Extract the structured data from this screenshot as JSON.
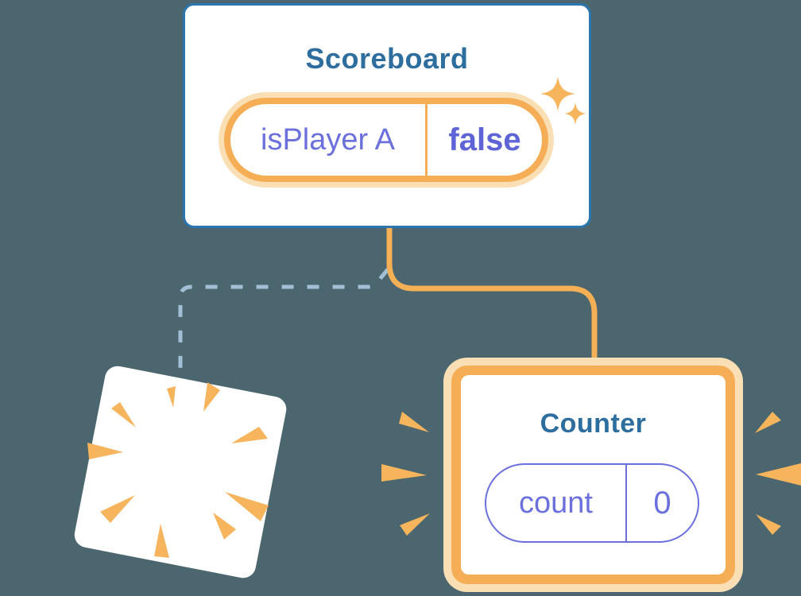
{
  "diagram": {
    "description_colors": {
      "background": "#4B666E",
      "card_fill": "#FFFFFF",
      "scoreboard_border_blue": "#2B76AE",
      "title_blue": "#2E6E9E",
      "state_purple": "#6B70DC",
      "state_value_purple": "#5E63D6",
      "orange": "#F5AE55",
      "orange_halo": "#FBDFB4",
      "ray_orange": "#F6B45C",
      "dashed_line_blue": "#A3BFD6"
    },
    "scoreboard": {
      "title": "Scoreboard",
      "state_pill": {
        "key": "isPlayer A",
        "value": "false"
      }
    },
    "counter": {
      "title": "Counter",
      "state_pill": {
        "key": "count",
        "value": "0"
      }
    }
  }
}
